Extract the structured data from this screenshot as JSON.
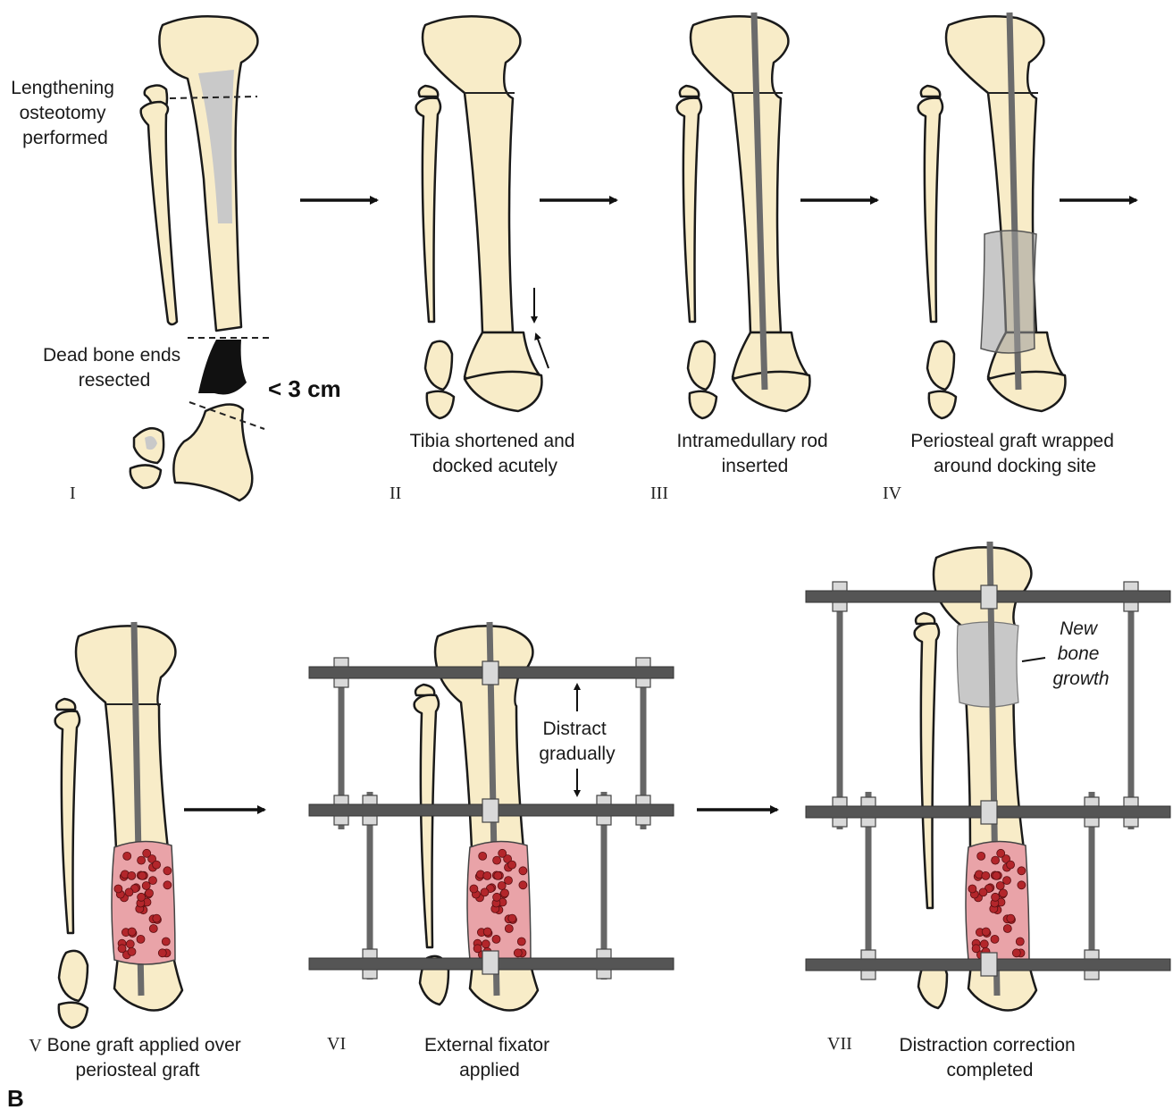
{
  "panel_letter": "B",
  "steps": [
    {
      "numeral": "I",
      "label_lines": []
    },
    {
      "numeral": "II",
      "label_lines": [
        "Tibia shortened and",
        "docked acutely"
      ]
    },
    {
      "numeral": "III",
      "label_lines": [
        "Intramedullary rod",
        "inserted"
      ]
    },
    {
      "numeral": "IV",
      "label_lines": [
        "Periosteal graft wrapped",
        "around docking site"
      ]
    },
    {
      "numeral": "V",
      "label_lines": [
        "Bone graft applied over",
        "periosteal graft"
      ]
    },
    {
      "numeral": "VI",
      "label_lines": [
        "External fixator",
        "applied"
      ]
    },
    {
      "numeral": "VII",
      "label_lines": [
        "Distraction correction",
        "completed"
      ]
    }
  ],
  "annotations": {
    "osteotomy": [
      "Lengthening",
      "osteotomy",
      "performed"
    ],
    "resected": [
      "Dead bone ends",
      "resected"
    ],
    "gap": "< 3 cm",
    "distract": [
      "Distract",
      "gradually"
    ],
    "new_bone": [
      "New",
      "bone",
      "growth"
    ]
  },
  "colors": {
    "bone": "#f8ecc8",
    "marrow": "#c9c9c9",
    "rod": "#6b6b6b",
    "fixator": "#555555",
    "bone_graft": "#b3262b",
    "new_bone": "#c8c8c8"
  }
}
